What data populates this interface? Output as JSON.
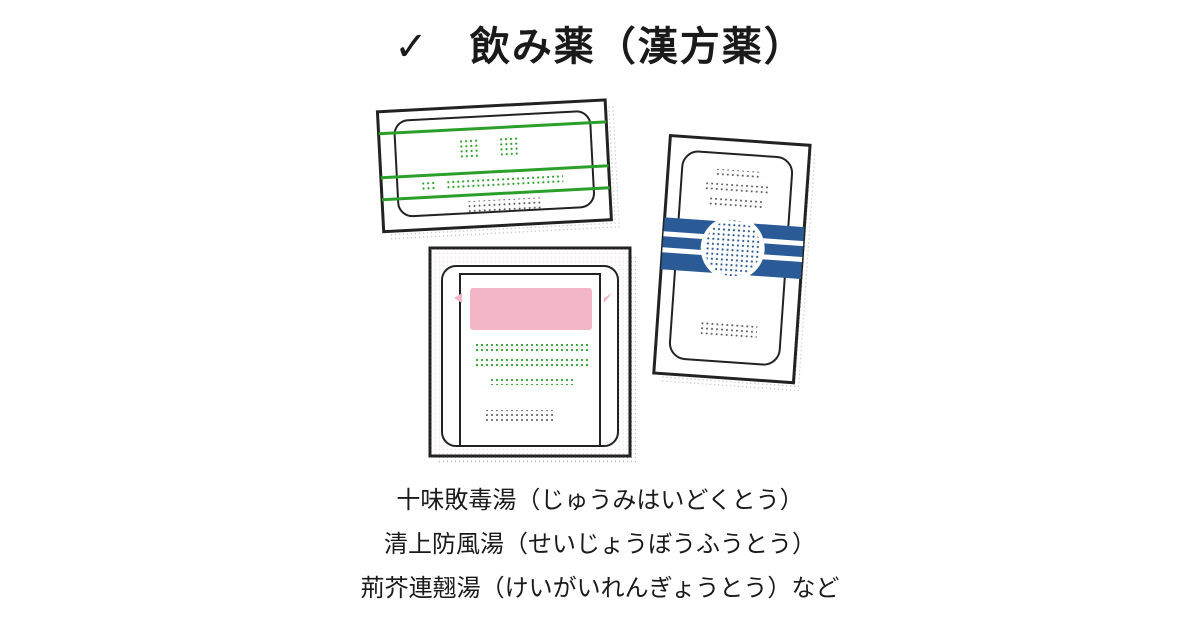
{
  "title": {
    "check_mark": "✓",
    "text": "飲み薬（漢方薬）"
  },
  "illustration": {
    "items": [
      {
        "icon": "medicine-box-green-icon",
        "accent_color": "#2aa02a"
      },
      {
        "icon": "medicine-box-blue-icon",
        "accent_color": "#2b5b96"
      },
      {
        "icon": "medicine-box-pink-icon",
        "accent_color": "#f2b6c6"
      }
    ]
  },
  "medicine_names": [
    "十味敗毒湯（じゅうみはいどくとう）",
    "清上防風湯（せいじょうぼうふうとう）",
    "荊芥連翹湯（けいがいれんぎょうとう）など"
  ]
}
